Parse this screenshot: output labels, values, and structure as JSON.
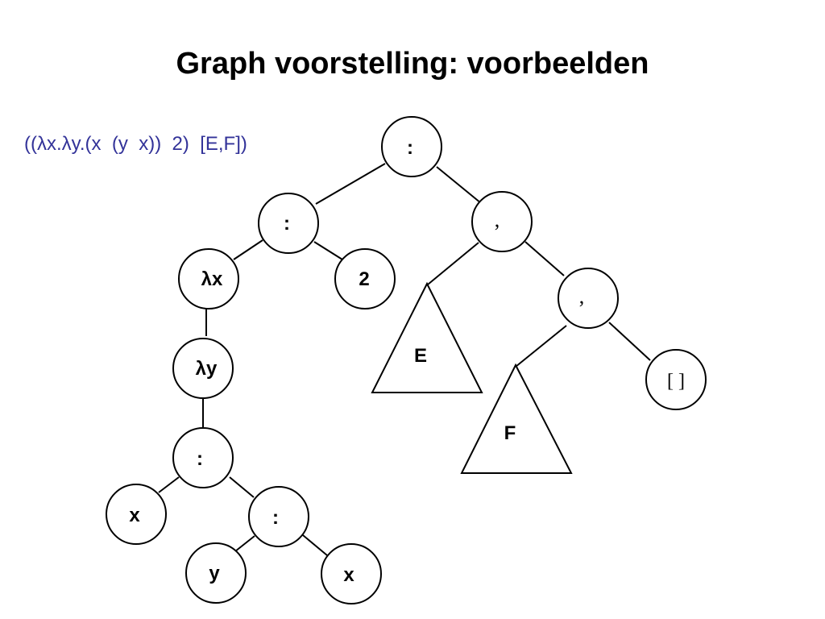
{
  "title": "Graph voorstelling: voorbeelden",
  "expression": "((λx.λy.(x  (y  x))  2)  [E,F])",
  "nodes": {
    "root": ":",
    "left_cons": ":",
    "lambda_x": "λx",
    "two": "2",
    "lambda_y": "λy",
    "body_cons": ":",
    "x1": "x",
    "inner_cons": ":",
    "y": "y",
    "x2": "x",
    "pair1": ",",
    "pair2": ",",
    "nil": "[ ]",
    "tri_e": "E",
    "tri_f": "F"
  },
  "colors": {
    "expression": "#333399",
    "stroke": "#000000"
  }
}
